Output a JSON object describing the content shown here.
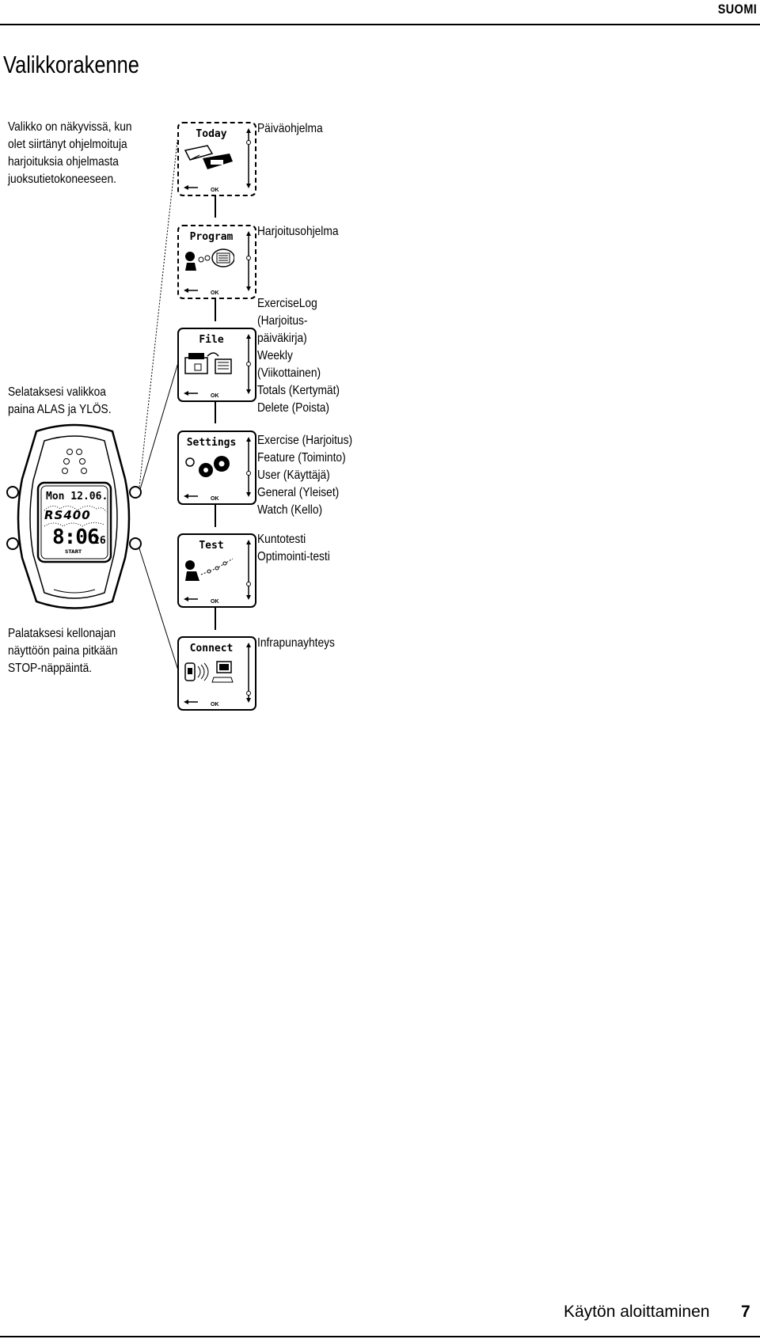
{
  "header": {
    "language": "SUOMI",
    "title": "Valikkorakenne"
  },
  "left_texts": {
    "intro": [
      "Valikko on näkyvissä, kun",
      "olet siirtänyt ohjelmoituja",
      "harjoituksia ohjelmasta",
      "juoksutietokoneeseen."
    ],
    "scroll_hint": [
      "Selataksesi valikkoa",
      "paina ALAS ja YLÖS."
    ],
    "return_hint": [
      "Palataksesi kellonajan",
      "näyttöön paina pitkään",
      "STOP-näppäintä."
    ]
  },
  "watch": {
    "date": "Mon 12.06.",
    "model": "RS400",
    "time": "8:06",
    "seconds": "26",
    "button_label": "START"
  },
  "menu": [
    {
      "screen_title": "Today",
      "items": [
        "Päiväohjelma"
      ]
    },
    {
      "screen_title": "Program",
      "items": [
        "Harjoitusohjelma"
      ]
    },
    {
      "screen_title": "File",
      "items": [
        "ExerciseLog",
        "(Harjoitus-",
        "päiväkirja)",
        "Weekly",
        "(Viikottainen)",
        "Totals (Kertymät)",
        "Delete (Poista)"
      ]
    },
    {
      "screen_title": "Settings",
      "items": [
        "Exercise (Harjoitus)",
        "Feature (Toiminto)",
        "User (Käyttäjä)",
        "General (Yleiset)",
        "Watch (Kello)"
      ]
    },
    {
      "screen_title": "Test",
      "items": [
        "Kuntotesti",
        "Optimointi-testi"
      ]
    },
    {
      "screen_title": "Connect",
      "items": [
        "Infrapunayhteys"
      ]
    }
  ],
  "screen_footer": "OK",
  "footer": {
    "section": "Käytön aloittaminen",
    "page": "7"
  }
}
